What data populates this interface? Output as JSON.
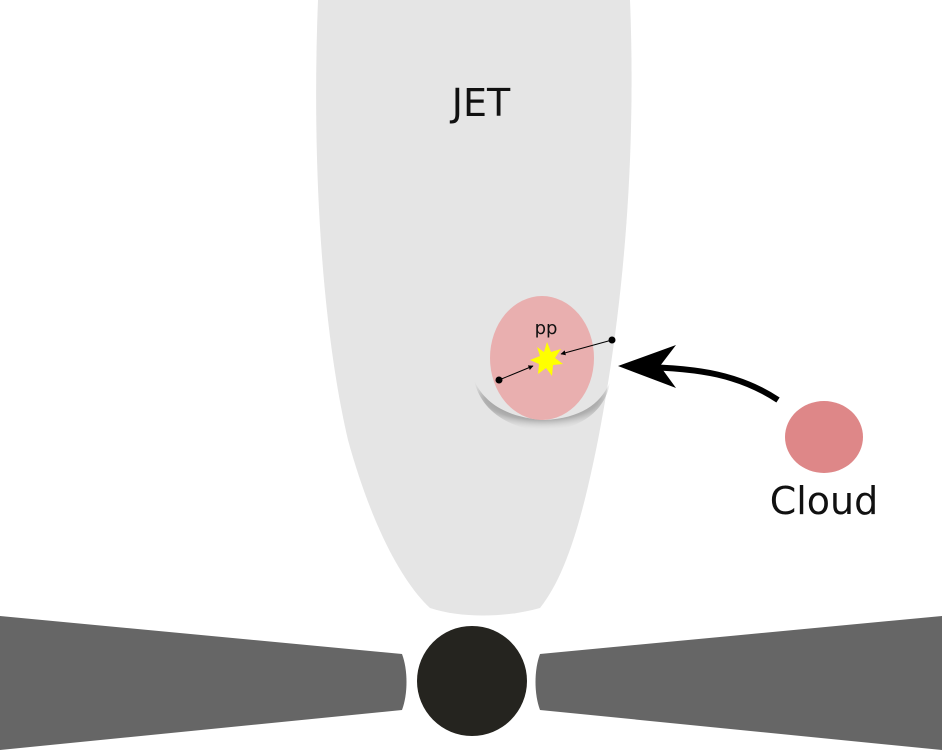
{
  "labels": {
    "jet": "JET",
    "pp": "pp",
    "cloud": "Cloud"
  },
  "colors": {
    "background": "#ffffff",
    "jet": "#e5e5e5",
    "cloud": "#de8788",
    "cloud_in_jet": "#e9afaf",
    "disk": "#666666",
    "black_hole": "#25241f",
    "collision": "#ffff00",
    "arrow": "#000000",
    "shadow": "#808080"
  },
  "icons": {
    "collision": "starburst-icon",
    "trajectory": "curved-arrow-icon"
  }
}
